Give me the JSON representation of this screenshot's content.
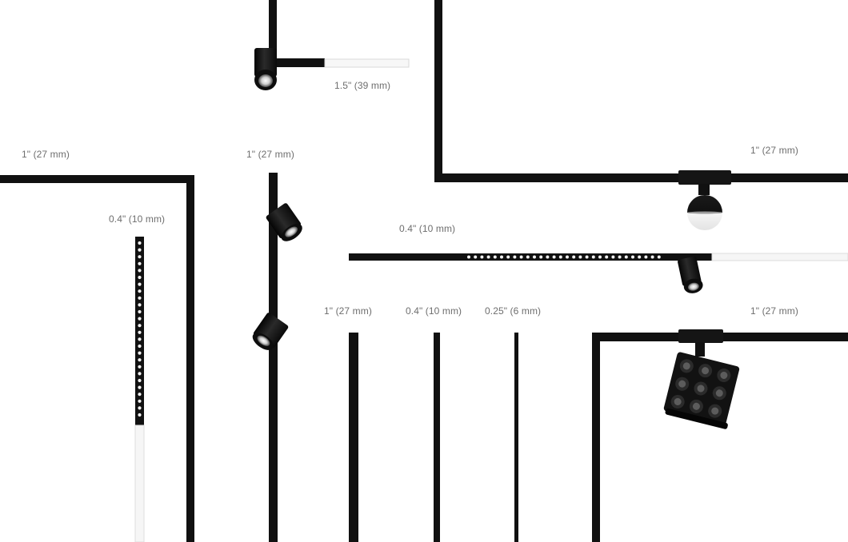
{
  "labels": {
    "size_1_5": "1.5\" (39 mm)",
    "size_1_top_left": "1\" (27 mm)",
    "size_1_top_center": "1\" (27 mm)",
    "size_1_top_right": "1\" (27 mm)",
    "size_0_4_left": "0.4\" (10 mm)",
    "size_0_4_center": "0.4\" (10 mm)",
    "size_1_bottom": "1\" (27 mm)",
    "size_0_4_bottom": "0.4\" (10 mm)",
    "size_0_25_bottom": "0.25\" (6 mm)",
    "size_1_bottom_right": "1\" (27 mm)"
  },
  "colors": {
    "background": "#ffffff",
    "track": "#111111",
    "label_text": "#6e6e6e",
    "led": "#f2f2f2",
    "diffuser": "#f4f4f4"
  }
}
